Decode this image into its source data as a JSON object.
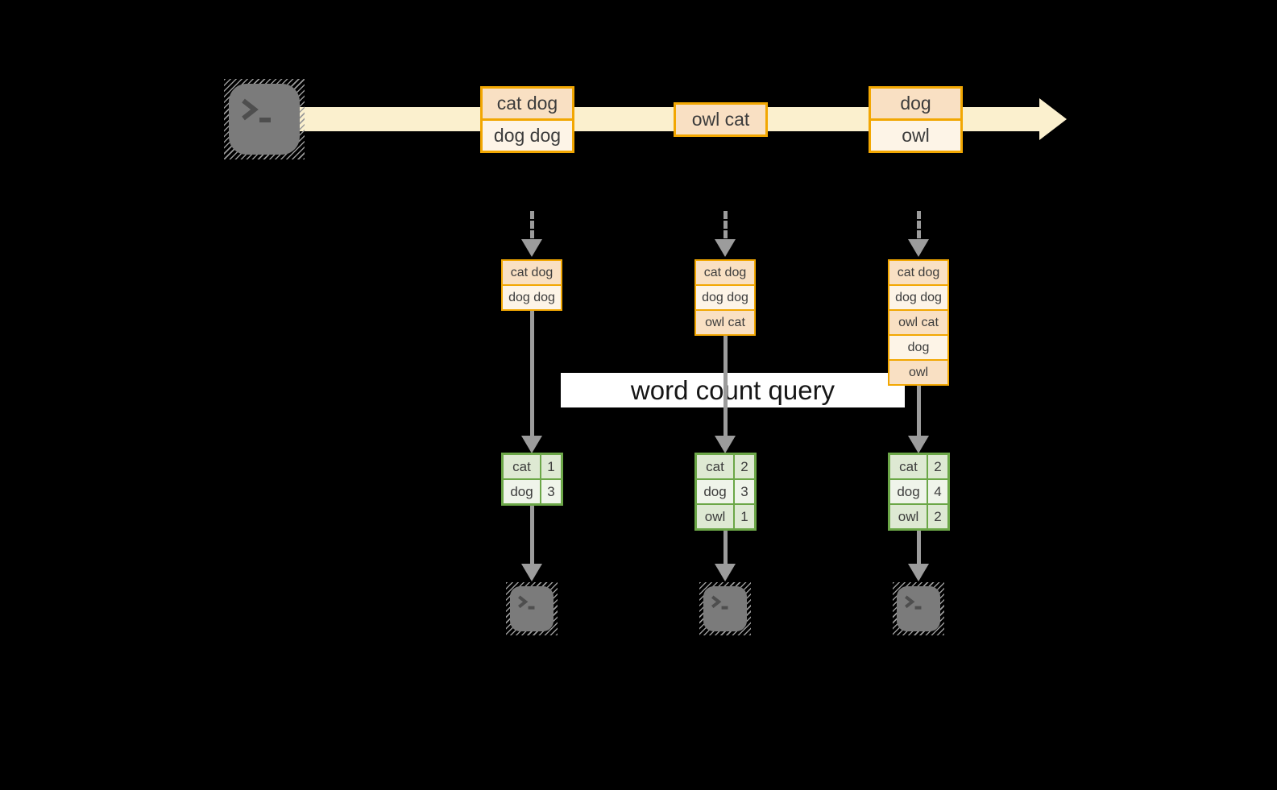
{
  "labels": {
    "query": "word count query"
  },
  "stream": {
    "batches": [
      {
        "lines": [
          "cat dog",
          "dog dog"
        ]
      },
      {
        "lines": [
          "owl cat"
        ]
      },
      {
        "lines": [
          "dog",
          "owl"
        ]
      }
    ]
  },
  "cols": [
    {
      "lines": [
        "cat dog",
        "dog dog"
      ],
      "table": [
        {
          "word": "cat",
          "count": "1"
        },
        {
          "word": "dog",
          "count": "3"
        }
      ]
    },
    {
      "lines": [
        "cat dog",
        "dog dog",
        "owl cat"
      ],
      "table": [
        {
          "word": "cat",
          "count": "2"
        },
        {
          "word": "dog",
          "count": "3"
        },
        {
          "word": "owl",
          "count": "1"
        }
      ]
    },
    {
      "lines": [
        "cat dog",
        "dog dog",
        "owl cat",
        "dog",
        "owl"
      ],
      "table": [
        {
          "word": "cat",
          "count": "2"
        },
        {
          "word": "dog",
          "count": "4"
        },
        {
          "word": "owl",
          "count": "2"
        }
      ]
    }
  ],
  "icons": {
    "source": "terminal-icon",
    "sinks": [
      "terminal-icon",
      "terminal-icon",
      "terminal-icon"
    ],
    "stream_arrow": "arrow-right-icon",
    "flow_arrow": "arrow-down-icon"
  },
  "colors": {
    "background": "#000000",
    "stream_band": "#FBF0CE",
    "event_border": "#F2A702",
    "event_row_dark": "#F9E0C3",
    "event_row_light": "#FDF4E7",
    "table_border": "#6CA748",
    "table_row_dark": "#DEE9D3",
    "table_row_light": "#EFF4EA",
    "arrow_gray": "#9C9C9C",
    "terminal_gray": "#7B7B7B",
    "query_band": "#FFFFFF"
  }
}
